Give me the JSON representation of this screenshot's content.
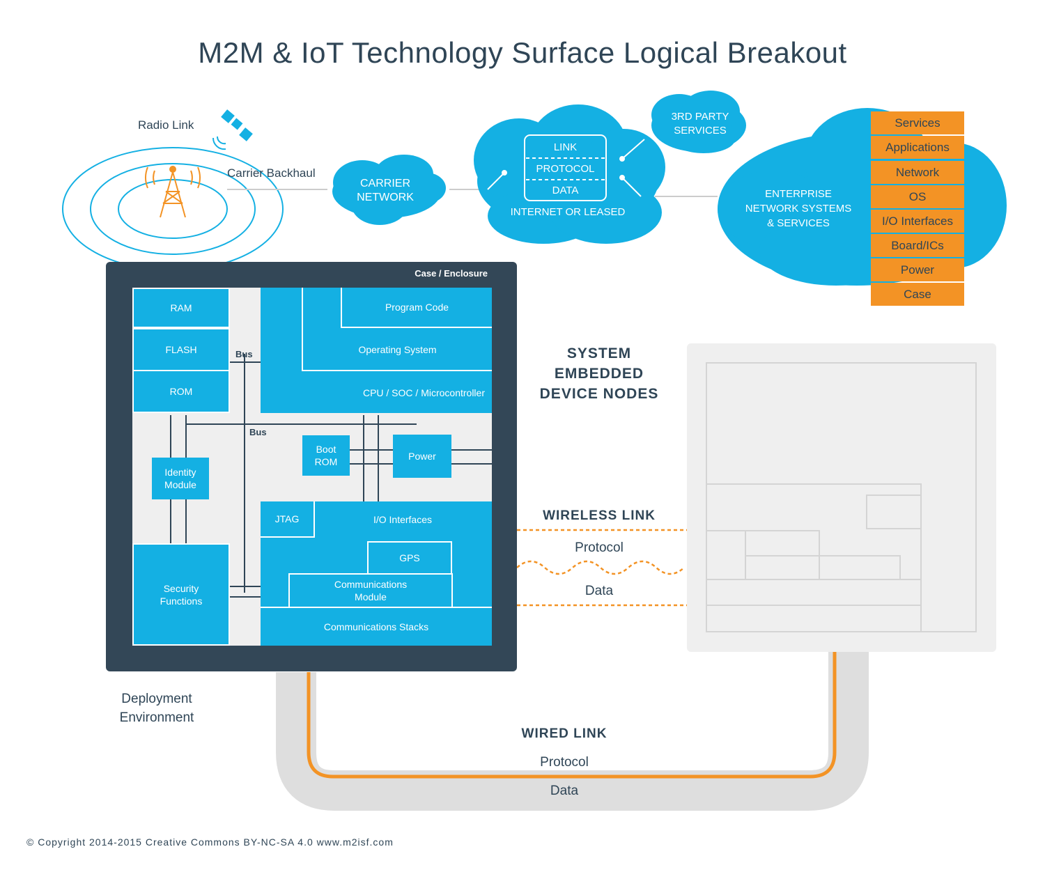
{
  "title": "M2M & IoT Technology Surface Logical Breakout",
  "top": {
    "radio_link": "Radio Link",
    "carrier_backhaul": "Carrier Backhaul",
    "carrier_network_1": "CARRIER",
    "carrier_network_2": "NETWORK",
    "link": "LINK",
    "protocol": "PROTOCOL",
    "data": "DATA",
    "internet_or_leased": "INTERNET OR LEASED",
    "third_party_1": "3RD PARTY",
    "third_party_2": "SERVICES",
    "enterprise_1": "ENTERPRISE",
    "enterprise_2": "NETWORK SYSTEMS",
    "enterprise_3": "& SERVICES"
  },
  "stack": [
    "Services",
    "Applications",
    "Network",
    "OS",
    "I/O Interfaces",
    "Board/ICs",
    "Power",
    "Case"
  ],
  "device": {
    "case_enclosure": "Case / Enclosure",
    "ram": "RAM",
    "flash": "FLASH",
    "rom": "ROM",
    "bus_top": "Bus",
    "bus_mid": "Bus",
    "program_code": "Program Code",
    "operating_system": "Operating System",
    "cpu": "CPU / SOC / Microcontroller",
    "boot_rom_1": "Boot",
    "boot_rom_2": "ROM",
    "power": "Power",
    "identity_1": "Identity",
    "identity_2": "Module",
    "jtag": "JTAG",
    "io_interfaces": "I/O Interfaces",
    "gps": "GPS",
    "comm_module_1": "Communications",
    "comm_module_2": "Module",
    "comm_stacks": "Communications Stacks",
    "security_1": "Security",
    "security_2": "Functions"
  },
  "middle": {
    "system_1": "SYSTEM",
    "system_2": "EMBEDDED",
    "system_3": "DEVICE NODES",
    "wireless_link": "WIRELESS LINK",
    "protocol": "Protocol",
    "data": "Data"
  },
  "bottom": {
    "deployment_1": "Deployment",
    "deployment_2": "Environment",
    "wired_link": "WIRED LINK",
    "protocol": "Protocol",
    "data": "Data",
    "copyright": "© Copyright 2014-2015 Creative Commons BY-NC-SA 4.0 www.m2isf.com"
  },
  "colors": {
    "blue": "#14b0e3",
    "orange": "#f39325",
    "dark": "#334757",
    "light_gray": "#efefef"
  }
}
